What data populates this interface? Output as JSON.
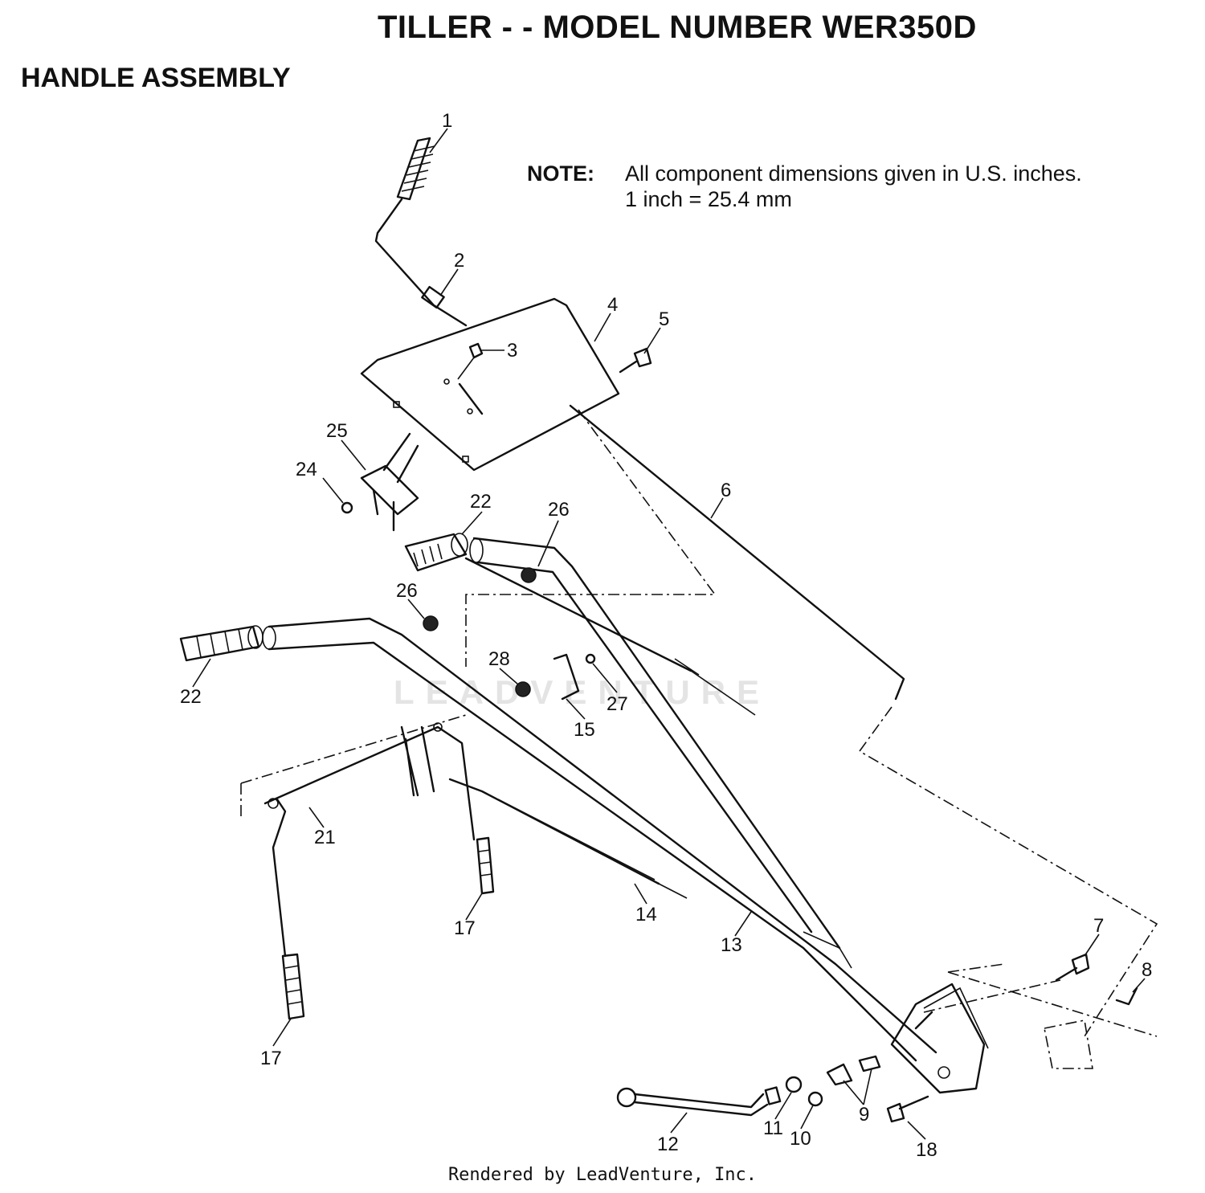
{
  "header": {
    "title": "TILLER - - MODEL NUMBER WER350D",
    "section": "HANDLE ASSEMBLY"
  },
  "note": {
    "label": "NOTE:",
    "line1": "All component dimensions given in U.S. inches.",
    "line2": "1 inch = 25.4 mm"
  },
  "watermark": "LEADVENTURE",
  "callouts": {
    "c1": "1",
    "c2": "2",
    "c3": "3",
    "c4": "4",
    "c5": "5",
    "c6": "6",
    "c7": "7",
    "c8": "8",
    "c9": "9",
    "c10": "10",
    "c11": "11",
    "c12": "12",
    "c13": "13",
    "c14": "14",
    "c15": "15",
    "c17a": "17",
    "c17b": "17",
    "c18": "18",
    "c21": "21",
    "c22a": "22",
    "c22b": "22",
    "c24": "24",
    "c25": "25",
    "c26a": "26",
    "c26b": "26",
    "c27": "27",
    "c28": "28"
  },
  "footer": "Rendered by LeadVenture, Inc."
}
